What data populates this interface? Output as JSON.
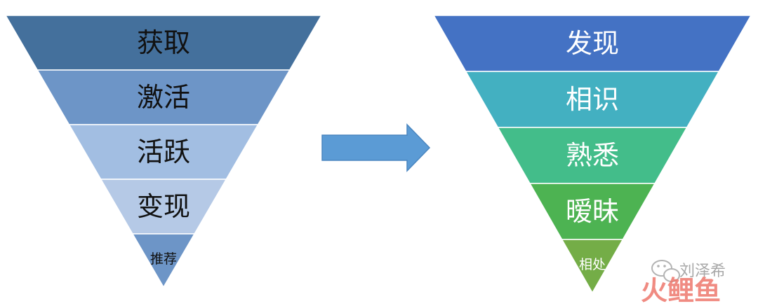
{
  "funnels": {
    "left": {
      "stages": [
        {
          "label": "获取",
          "color": "#44709c",
          "text_color": "#111111"
        },
        {
          "label": "激活",
          "color": "#6d95c7",
          "text_color": "#111111"
        },
        {
          "label": "活跃",
          "color": "#a2bee2",
          "text_color": "#111111"
        },
        {
          "label": "变现",
          "color": "#b5c9e6",
          "text_color": "#111111"
        },
        {
          "label": "推荐",
          "color": "#6d95c7",
          "text_color": "#111111"
        }
      ]
    },
    "right": {
      "stages": [
        {
          "label": "发现",
          "color": "#4472c4",
          "text_color": "#ffffff"
        },
        {
          "label": "相识",
          "color": "#43b0c1",
          "text_color": "#ffffff"
        },
        {
          "label": "熟悉",
          "color": "#43bd8a",
          "text_color": "#ffffff"
        },
        {
          "label": "暧昧",
          "color": "#4db352",
          "text_color": "#ffffff"
        },
        {
          "label": "相处",
          "color": "#74ad47",
          "text_color": "#ffffff"
        }
      ]
    }
  },
  "arrow": {
    "color": "#5b9bd5",
    "border": "#4a86c0"
  },
  "watermark": {
    "line1": "刘泽希",
    "line2": "火鲤鱼",
    "icon": "wechat-icon"
  }
}
